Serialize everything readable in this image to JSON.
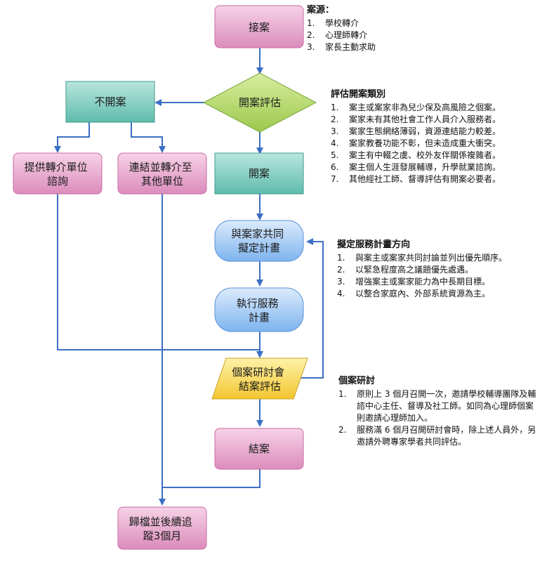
{
  "nodes": {
    "intake": "接案",
    "assessment": "開案評估",
    "no_case": "不開案",
    "consult": [
      "提供轉介單位",
      "諮詢"
    ],
    "referral": [
      "連結並轉介至",
      "其他單位"
    ],
    "open_case": "開案",
    "plan": [
      "與案家共同",
      "擬定計畫"
    ],
    "execute": [
      "執行服務",
      "計畫"
    ],
    "review": [
      "個案研討會",
      "結案評估"
    ],
    "close": "結案",
    "archive": [
      "歸檔並後續追",
      "蹤3個月"
    ]
  },
  "notes": {
    "source": {
      "title": "案源：",
      "items": [
        {
          "num": "1.",
          "text": "學校轉介"
        },
        {
          "num": "2.",
          "text": "心理師轉介"
        },
        {
          "num": "3.",
          "text": "家長主動求助"
        }
      ]
    },
    "criteria": {
      "title": "評估開案類別",
      "items": [
        {
          "num": "1.",
          "text": "案主或案家非為兒少保及高風險之個案。"
        },
        {
          "num": "2.",
          "text": "案家未有其他社會工作人員介入服務者。"
        },
        {
          "num": "3.",
          "text": "案家生態網絡薄弱，資源連結能力較差。"
        },
        {
          "num": "4.",
          "text": "案家教養功能不彰，但未造成重大衝突。"
        },
        {
          "num": "5.",
          "text": "案主有中輟之虞、校外友伴關係複雜者。"
        },
        {
          "num": "6.",
          "text": "案主個人生涯發展輔導，升學就業諮詢。"
        },
        {
          "num": "7.",
          "text": "其他經社工師、督導評估有開案必要者。"
        }
      ]
    },
    "plan": {
      "title": "擬定服務計畫方向",
      "items": [
        {
          "num": "1.",
          "text": "與案主或案家共同討論並列出優先順序。"
        },
        {
          "num": "2.",
          "text": "以緊急程度高之議題優先處遇。"
        },
        {
          "num": "3.",
          "text": "增強案主或案家能力為中長期目標。"
        },
        {
          "num": "4.",
          "text": "以整合家庭內、外部系統資源為主。"
        }
      ]
    },
    "review": {
      "title": "個案研討",
      "items": [
        {
          "num": "1.",
          "text": "原則上 3 個月召開一次，邀請學校輔導團隊及輔諮中心主任、督導及社工師。如同為心理師個案則邀請心理師加入。"
        },
        {
          "num": "2.",
          "text": "服務滿 6 個月召開研討會時，除上述人員外，另邀請外聘專家學者共同評估。"
        }
      ]
    }
  },
  "colors": {
    "pink_top": "#f6d2e6",
    "pink_bottom": "#dc8cbc",
    "pink_border": "#c86aa4",
    "teal_top": "#b9e6de",
    "teal_bottom": "#5fbcac",
    "teal_border": "#3e9a8c",
    "green_top": "#d8eea0",
    "green_bottom": "#9cc84c",
    "green_border": "#7aa63a",
    "blue_top": "#dcebfc",
    "blue_bottom": "#7eb4ef",
    "blue_border": "#5a90d8",
    "gold_top": "#fff3a8",
    "gold_bottom": "#f2c630",
    "gold_border": "#c8a020",
    "connector": "#3b6fc4"
  }
}
